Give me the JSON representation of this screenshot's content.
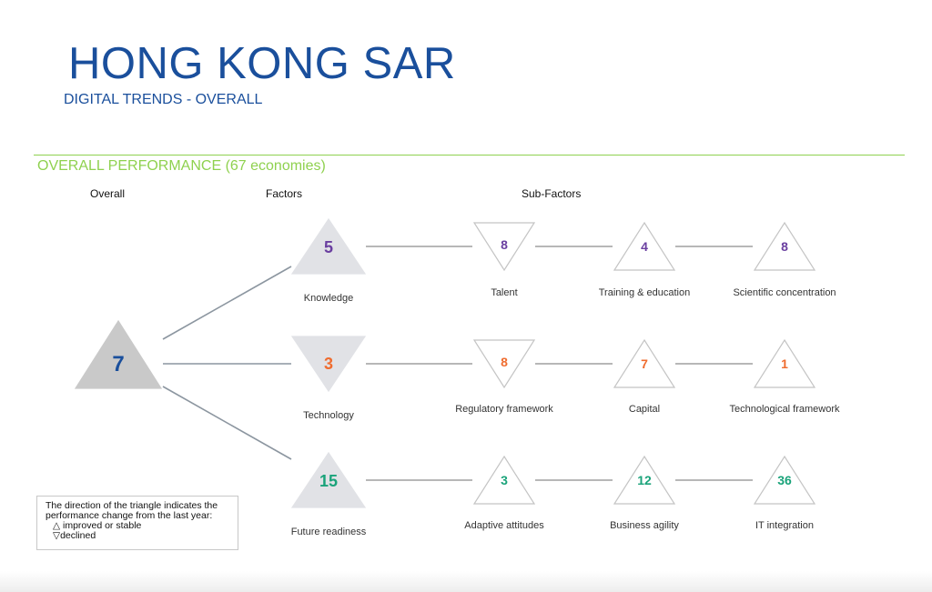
{
  "header": {
    "title": "HONG KONG SAR",
    "subtitle": "DIGITAL TRENDS - OVERALL"
  },
  "section": {
    "heading": "OVERALL PERFORMANCE  (67 economies)",
    "columns": {
      "overall": "Overall",
      "factors": "Factors",
      "subfactors": "Sub-Factors"
    }
  },
  "colors": {
    "title_blue": "#1a4f9c",
    "accent_green": "#8fd14f",
    "rank_purple": "#6a3fa0",
    "rank_orange": "#ef6c2f",
    "rank_green": "#1aa37a",
    "overall_blue": "#1a4f9c"
  },
  "overall": {
    "rank": "7",
    "direction": "up"
  },
  "factors": [
    {
      "name": "Knowledge",
      "rank": "5",
      "direction": "up",
      "color": "#6a3fa0",
      "subfactors": [
        {
          "name": "Talent",
          "rank": "8",
          "direction": "down"
        },
        {
          "name": "Training & education",
          "rank": "4",
          "direction": "up"
        },
        {
          "name": "Scientific concentration",
          "rank": "8",
          "direction": "up"
        }
      ]
    },
    {
      "name": "Technology",
      "rank": "3",
      "direction": "down",
      "color": "#ef6c2f",
      "subfactors": [
        {
          "name": "Regulatory framework",
          "rank": "8",
          "direction": "down"
        },
        {
          "name": "Capital",
          "rank": "7",
          "direction": "up"
        },
        {
          "name": "Technological framework",
          "rank": "1",
          "direction": "up"
        }
      ]
    },
    {
      "name": "Future readiness",
      "rank": "15",
      "direction": "up",
      "color": "#1aa37a",
      "subfactors": [
        {
          "name": "Adaptive attitudes",
          "rank": "3",
          "direction": "up"
        },
        {
          "name": "Business agility",
          "rank": "12",
          "direction": "up"
        },
        {
          "name": "IT integration",
          "rank": "36",
          "direction": "up"
        }
      ]
    }
  ],
  "legend": {
    "line1": "The direction of the triangle indicates the",
    "line2": "performance change from the last year:",
    "improved_symbol": "△",
    "improved": " improved or stable",
    "declined_symbol": "▽",
    "declined": "declined"
  }
}
